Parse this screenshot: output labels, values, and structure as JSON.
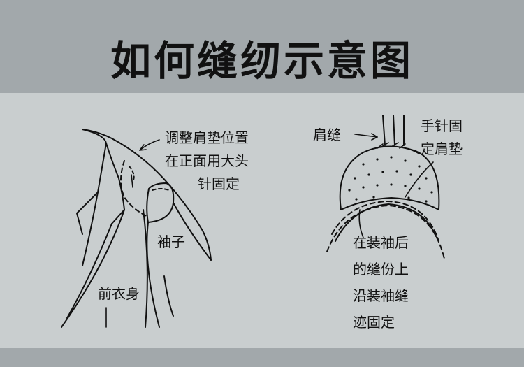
{
  "title": "如何缝纫示意图",
  "left_figure": {
    "note_lines": [
      "调整肩垫位置",
      "在正面用大头",
      "针固定"
    ],
    "sleeve_label": "袖子",
    "front_body_label": "前衣身"
  },
  "right_figure": {
    "shoulder_seam_label": "肩缝",
    "hand_stitch_lines": [
      "手针固",
      "定肩垫"
    ],
    "sleeve_seam_note_lines": [
      "在装袖后",
      "的缝份上",
      "沿装袖缝",
      "迹固定"
    ]
  }
}
